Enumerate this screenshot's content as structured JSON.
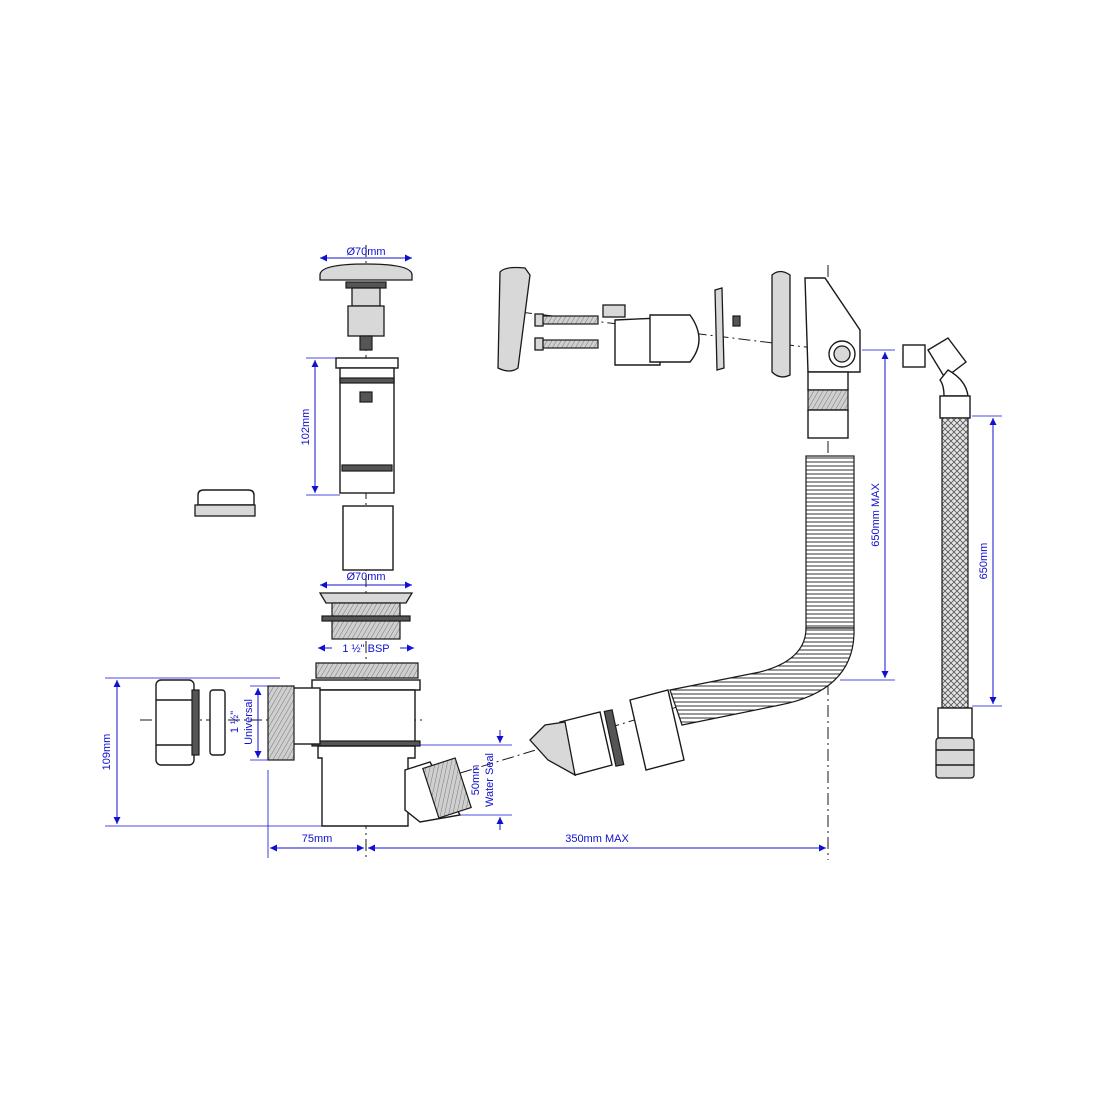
{
  "dimensions": {
    "plug_diameter": "Ø70mm",
    "body_length": "102mm",
    "flange_diameter": "Ø70mm",
    "thread_size": "1 ½\" BSP",
    "outlet_size_line1": "1 ½\"",
    "outlet_size_line2": "Universal",
    "height": "109mm",
    "offset": "75mm",
    "reach": "350mm MAX",
    "water_seal_line1": "50mm",
    "water_seal_line2": "Water Seal",
    "overflow_hose": "650mm MAX",
    "fill_hose": "650mm"
  },
  "colors": {
    "dimension": "#1010d0",
    "line": "#1a1a1a"
  }
}
